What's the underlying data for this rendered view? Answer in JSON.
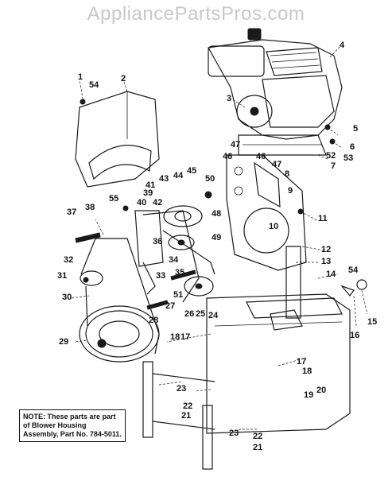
{
  "watermark": "AppliancePartsPros.com",
  "note": "NOTE: These parts are part of Blower Housing Assembly, Part No. 784-5011.",
  "callouts": [
    "1",
    "54",
    "2",
    "4",
    "3",
    "5",
    "6",
    "53",
    "52",
    "7",
    "47",
    "46",
    "46",
    "47",
    "8",
    "9",
    "11",
    "10",
    "12",
    "13",
    "14",
    "15",
    "16",
    "54",
    "50",
    "45",
    "44",
    "43",
    "41",
    "42",
    "39",
    "40",
    "55",
    "38",
    "37",
    "36",
    "34",
    "35",
    "33",
    "32",
    "31",
    "30",
    "29",
    "48",
    "49",
    "27",
    "51",
    "26",
    "25",
    "24",
    "28",
    "18",
    "17",
    "17",
    "18",
    "19",
    "20",
    "23",
    "22",
    "21",
    "23",
    "22",
    "21"
  ]
}
